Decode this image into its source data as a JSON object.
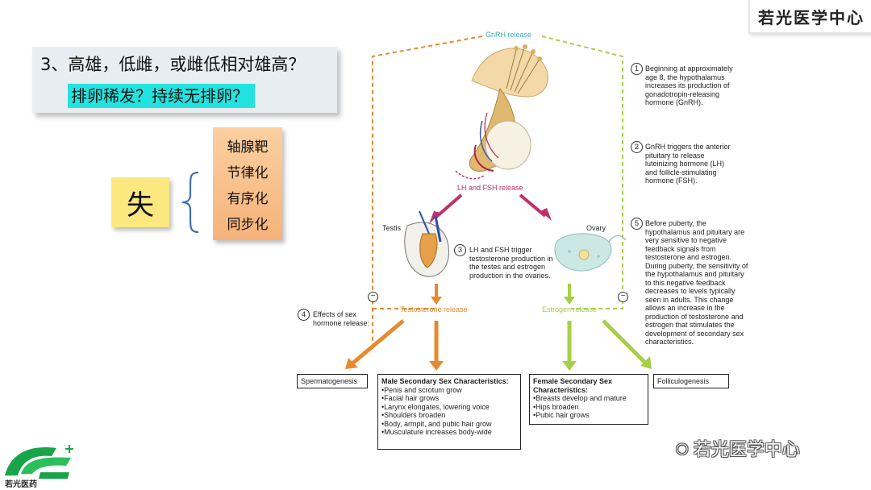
{
  "brand": {
    "top_right": "若光医学中心",
    "watermark": "若光医学中心",
    "logo_caption": "若光医药"
  },
  "question": {
    "line1": "3、高雄，低雌，或雌低相对雄高？",
    "line2": "排卵稀发？持续无排卵？"
  },
  "loss": {
    "label": "失"
  },
  "targets": [
    "轴腺靶",
    "节律化",
    "有序化",
    "同步化"
  ],
  "diagram": {
    "gnrh_release": "GnRH release",
    "lh_fsh_release": "LH and FSH release",
    "testis": "Testis",
    "ovary": "Ovary",
    "testosterone_release": "Testosterone release",
    "estrogen_release": "Estrogen release",
    "minus": "−",
    "steps": [
      {
        "num": "1",
        "text": "Beginning at approximately age 8, the hypothalamus increases its production of gonadotropin-releasing hormone (GnRH)."
      },
      {
        "num": "2",
        "text": "GnRH triggers the anterior pituitary to release luteinizing hormone (LH) and follicle-stimulating hormone (FSH)."
      },
      {
        "num": "3",
        "text": "LH and FSH trigger testosterone production in the testes and estrogen production in the ovaries."
      },
      {
        "num": "4",
        "text": "Effects of sex hormone release:"
      },
      {
        "num": "5",
        "text": "Before puberty, the hypothalamus and pituitary are very sensitive to negative feedback signals from testosterone and estrogen. During puberty, the sensitivity of the hypothalamus and pituitary to this negative feedback decreases to levels typically seen in adults. This change allows an increase in the production of testosterone and estrogen that stimulates the development of secondary sex characteristics."
      }
    ],
    "spermatogenesis": "Spermatogenesis",
    "folliculogenesis": "Folliculogenesis",
    "male": {
      "title": "Male Secondary Sex Characteristics:",
      "items": [
        "Penis and scrotum grow",
        "Facial hair grows",
        "Larynx elongates, lowering voice",
        "Shoulders broaden",
        "Body, armpit, and pubic hair grow",
        "Musculature increases body-wide"
      ]
    },
    "female": {
      "title": "Female Secondary Sex Characteristics:",
      "items": [
        "Breasts develop and mature",
        "Hips broaden",
        "Pubic hair grows"
      ]
    }
  },
  "colors": {
    "orange": "#e8892e",
    "green": "#a7cf4a",
    "magenta": "#c0306a",
    "teal": "#3ab0b8",
    "cyan_highlight": "#22e3df",
    "yellow": "#fbe87e",
    "bracket_blue": "#3f6fb5"
  }
}
